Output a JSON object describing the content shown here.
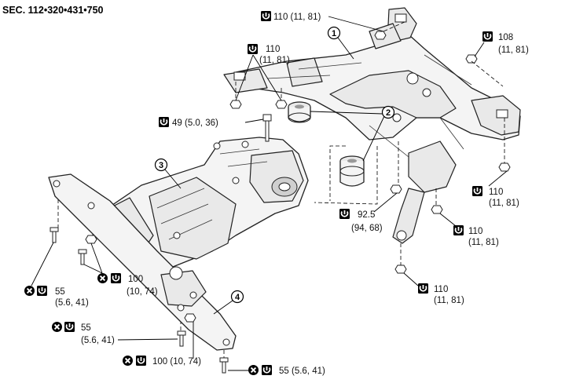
{
  "section_code": "SEC. 112•320•431•750",
  "callouts": {
    "c1": "1",
    "c2": "2",
    "c3": "3",
    "c4": "4"
  },
  "torque_specs": {
    "t_110_top": "110 (11, 81)",
    "t_110_left_a": "110",
    "t_110_left_b": "(11, 81)",
    "t_108_a": "108",
    "t_108_b": "(11, 81)",
    "t_49": "49 (5.0, 36)",
    "t_110_right_a": "110",
    "t_110_right_b": "(11, 81)",
    "t_92_a": "92.5",
    "t_92_b": "(94, 68)",
    "t_110_mid_a": "110",
    "t_110_mid_b": "(11, 81)",
    "t_110_bot_a": "110",
    "t_110_bot_b": "(11, 81)",
    "t_55_left_a": "55",
    "t_55_left_b": "(5.6, 41)",
    "t_100_left_a": "100",
    "t_100_left_b": "(10, 74)",
    "t_55_mid_a": "55",
    "t_55_mid_b": "(5.6, 41)",
    "t_100_bot": "100 (10, 74)",
    "t_55_bot": "55 (5.6, 41)"
  },
  "icons": [
    "torque-wrench-icon",
    "do-not-reuse-icon"
  ]
}
